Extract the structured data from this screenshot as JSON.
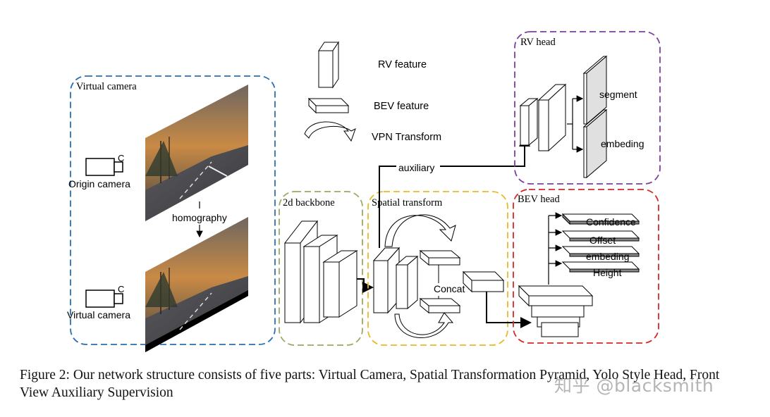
{
  "figure": {
    "legend": {
      "rv_feature": "RV feature",
      "bev_feature": "BEV feature",
      "vpn_transform": "VPN Transform"
    },
    "virtual_camera_box": {
      "title": "Virtual camera",
      "origin_camera": "Origin camera",
      "homography": "homography",
      "virtual_camera": "Virtual camera",
      "camera_mark": "C",
      "color": "#2a6fb0"
    },
    "backbone_box": {
      "title": "2d backbone",
      "color": "#9aaa60"
    },
    "spatial_box": {
      "title": "Spatial transform",
      "concat": "Concat",
      "color": "#e8b92a"
    },
    "rv_head_box": {
      "title": "RV head",
      "outputs": [
        "segment",
        "embeding"
      ],
      "color": "#7b3fa0"
    },
    "bev_head_box": {
      "title": "BEV head",
      "outputs": [
        "Confidence",
        "Offset",
        "embeding",
        "Height"
      ],
      "color": "#d62828"
    },
    "auxiliary_label": "auxiliary"
  },
  "caption": "Figure 2: Our network structure consists of five parts: Virtual Camera, Spatial Transformation Pyramid, Yolo Style Head, Front View Auxiliary Supervision",
  "watermark": "知乎 @blacksmith"
}
